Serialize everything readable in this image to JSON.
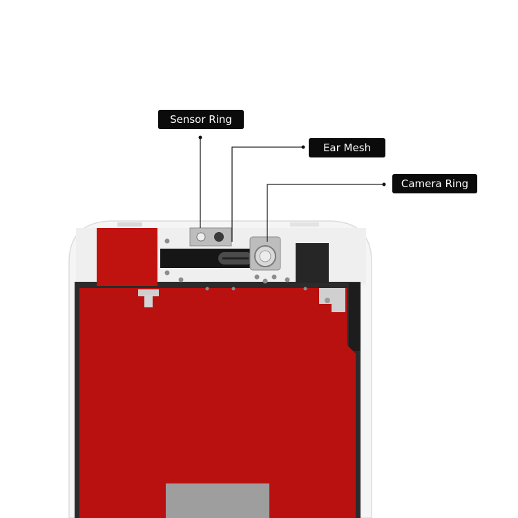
{
  "callouts": {
    "sensor_ring": "Sensor Ring",
    "ear_mesh": "Ear Mesh",
    "camera_ring": "Camera Ring"
  },
  "colors": {
    "frame": "#f4f4f4",
    "protective_film": "#b8110f",
    "metal_bracket": "#c9c9c9",
    "label_bg": "#0b0b0b",
    "label_text": "#ffffff"
  }
}
